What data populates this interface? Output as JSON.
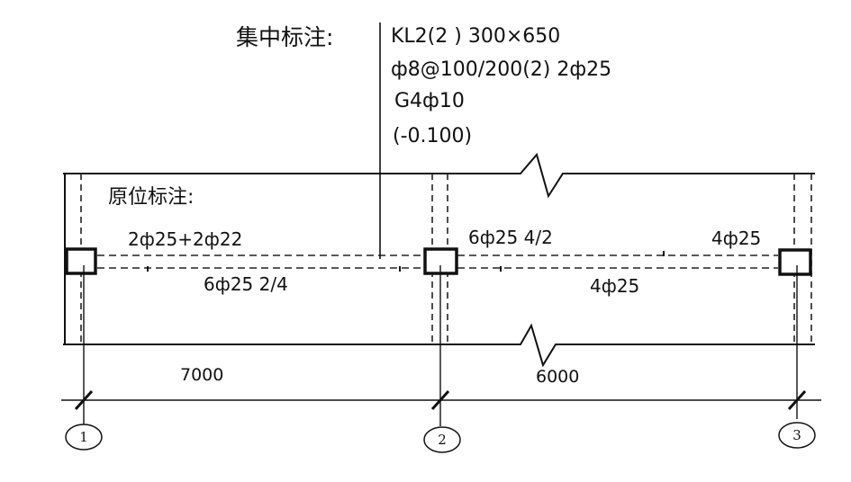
{
  "centralized_annotation": {
    "heading": "集中标注:",
    "line1": "KL2(2 ) 300×650",
    "line2": "ф8@100/200(2) 2ф25",
    "line3": "G4ф10",
    "line4": "(-0.100)"
  },
  "in_situ_annotation": {
    "heading": "原位标注:",
    "span1_top": "2ф25+2ф22",
    "span1_bottom": "6ф25 2/4",
    "support2_top": "6ф25 4/2",
    "support3_top": "4ф25",
    "span2_bottom": "4ф25"
  },
  "dimensions": {
    "span1": "7000",
    "span2": "6000"
  },
  "axes": [
    "1",
    "2",
    "3"
  ]
}
